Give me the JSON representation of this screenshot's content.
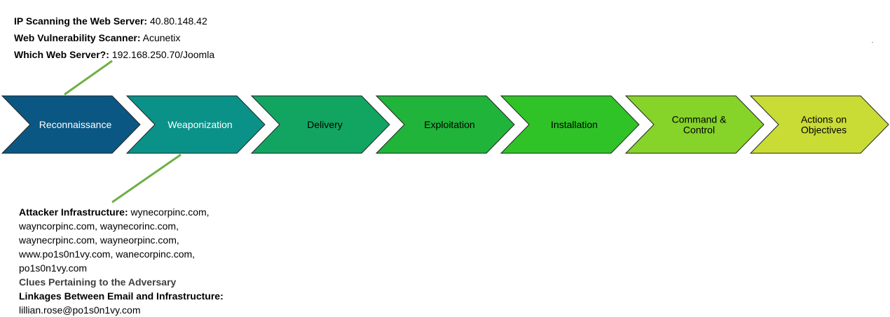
{
  "top_notes": {
    "ip_label": "IP Scanning the Web Server:",
    "ip_value": "40.80.148.42",
    "scanner_label": "Web Vulnerability Scanner:",
    "scanner_value": "Acunetix",
    "server_label": "Which Web Server?:",
    "server_value": "192.168.250.70/Joomla"
  },
  "bottom_notes": {
    "infra_label": "Attacker Infrastructure:",
    "infra_lines": [
      "wynecorpinc.com,",
      "wayncorpinc.com, waynecorinc.com,",
      "waynecrpinc.com, wayneorpinc.com,",
      "www.po1s0n1vy.com, wanecorpinc.com,",
      "po1s0n1vy.com"
    ],
    "clues_heading": "Clues Pertaining to the Adversary",
    "linkage_label": "Linkages Between Email and Infrastructure:",
    "linkage_value": "lillian.rose@po1s0n1vy.com"
  },
  "stages": [
    {
      "lines": [
        "Reconnaissance"
      ],
      "color": "#0b5783",
      "text_color": "#ffffff"
    },
    {
      "lines": [
        "Weaponization"
      ],
      "color": "#0a9289",
      "text_color": "#ffffff"
    },
    {
      "lines": [
        "Delivery"
      ],
      "color": "#12a562",
      "text_color": "#000000"
    },
    {
      "lines": [
        "Exploitation"
      ],
      "color": "#20b43a",
      "text_color": "#000000"
    },
    {
      "lines": [
        "Installation"
      ],
      "color": "#30c328",
      "text_color": "#000000"
    },
    {
      "lines": [
        "Command &",
        "Control"
      ],
      "color": "#86d32a",
      "text_color": "#000000"
    },
    {
      "lines": [
        "Actions on",
        "Objectives"
      ],
      "color": "#c9dc36",
      "text_color": "#000000"
    }
  ],
  "colors": {
    "connector": "#6eb043",
    "outline": "#222222"
  }
}
